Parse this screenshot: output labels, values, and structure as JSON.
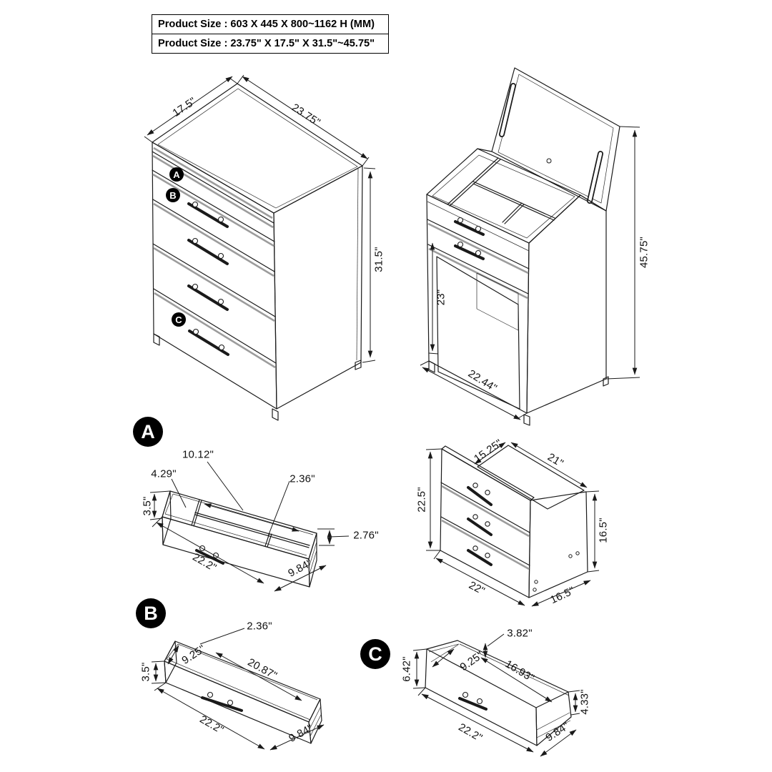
{
  "header": {
    "line1": "Product Size : 603 X 445 X 800~1162 H (MM)",
    "line2": "Product Size : 23.75\" X 17.5\" X 31.5\"~45.75\""
  },
  "figures": {
    "chest": {
      "depth": "17.5\"",
      "width": "23.75\"",
      "height": "31.5\"",
      "marker_a": "A",
      "marker_b": "B",
      "marker_c": "C"
    },
    "vanity": {
      "height": "45.75\"",
      "knee": "23\"",
      "depth": "22.44\""
    },
    "detail_a": {
      "marker": "A",
      "inner_back": "10.12\"",
      "left_comp": "4.29\"",
      "divider": "2.36\"",
      "wall": "3.5\"",
      "width": "22.2\"",
      "depth": "9.84\"",
      "front": "2.76\""
    },
    "unit": {
      "top_depth": "15.25\"",
      "top_width": "21\"",
      "left_height": "22.5\"",
      "right_height": "16.5\"",
      "width": "22\"",
      "depth": "16.5\""
    },
    "detail_b": {
      "marker": "B",
      "divider": "2.36\"",
      "inner_depth": "9.25\"",
      "inner_width": "20.87\"",
      "wall": "3.5\"",
      "width": "22.2\"",
      "depth": "9.84\""
    },
    "detail_c": {
      "marker": "C",
      "back": "3.82\"",
      "inner_depth": "9.25\"",
      "inner_width": "16.93\"",
      "front": "6.42\"",
      "side": "4.33\"",
      "width": "22.2\"",
      "depth": "9.84\""
    }
  }
}
